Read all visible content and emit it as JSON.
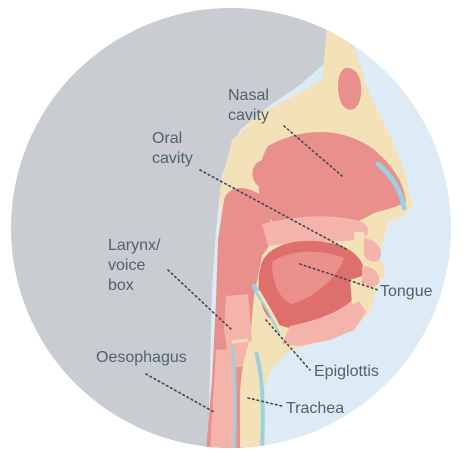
{
  "labels": {
    "nasal_cavity": [
      "Nasal",
      "cavity"
    ],
    "oral_cavity": [
      "Oral",
      "cavity"
    ],
    "larynx": [
      "Larynx/",
      "voice",
      "box"
    ],
    "oesophagus": [
      "Oesophagus"
    ],
    "tongue": [
      "Tongue"
    ],
    "epiglottis": [
      "Epiglottis"
    ],
    "trachea": [
      "Trachea"
    ]
  },
  "colors": {
    "background_circle": "#dcebf6",
    "head_silhouette": "#c9ccd0",
    "skin": "#f3e2b8",
    "tissue": "#e98f8c",
    "tissue_light": "#f4b4ab",
    "tongue": "#df6f6c",
    "cartilage": "#9ccfe0",
    "label_text": "#4f6270"
  }
}
